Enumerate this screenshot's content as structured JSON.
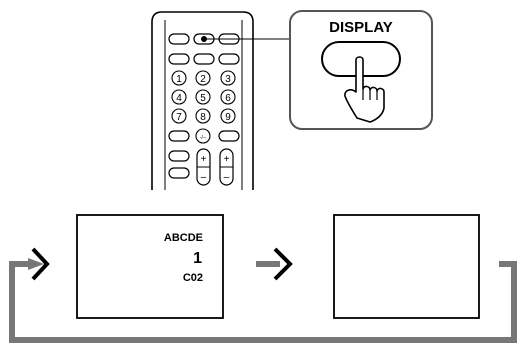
{
  "callout": {
    "button_label": "DISPLAY"
  },
  "remote": {
    "number_keys": [
      "1",
      "2",
      "3",
      "4",
      "5",
      "6",
      "7",
      "8",
      "9"
    ],
    "special_key": "-/--",
    "rocker_plus": "+",
    "rocker_minus": "–"
  },
  "screens": {
    "first": {
      "line1": "ABCDE",
      "line2": "1",
      "line3": "C02"
    },
    "second": {}
  },
  "colors": {
    "ink": "#000000",
    "callout_border": "#555555",
    "background": "#ffffff"
  }
}
